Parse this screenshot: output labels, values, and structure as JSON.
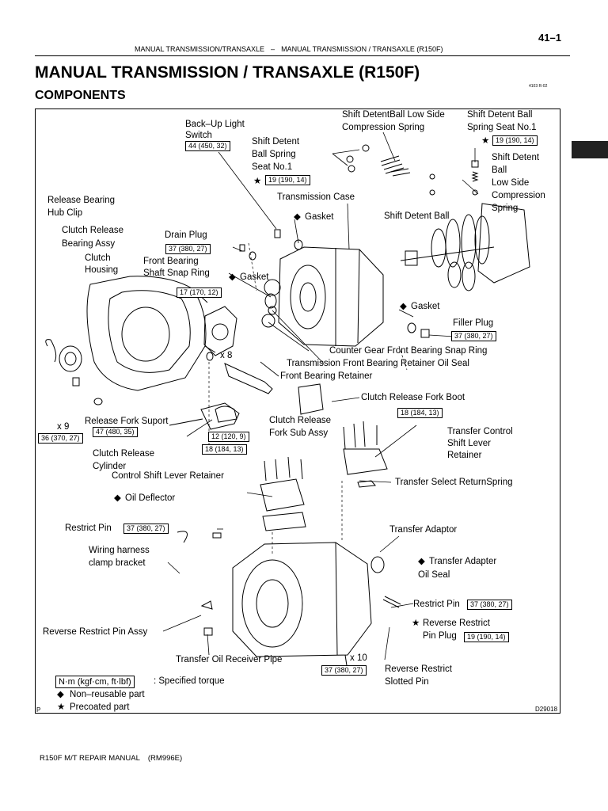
{
  "page": {
    "page_number": "41–1",
    "running_head_left": "MANUAL TRANSMISSION/TRANSAXLE",
    "running_head_sep": "–",
    "running_head_right": "MANUAL TRANSMISSION / TRANSAXLE (R150F)",
    "title": "MANUAL TRANSMISSION / TRANSAXLE (R150F)",
    "subtitle": "COMPONENTS",
    "ref_code": "4103 R-02",
    "footer_manual": "R150F M/T REPAIR MANUAL",
    "footer_code": "(RM996E)"
  },
  "diagram": {
    "drawing_code": "D29018",
    "corner_mark": "P",
    "labels": {
      "backup_switch_1": "Back–Up Light",
      "backup_switch_2": "Switch",
      "detent_seat_1": "Shift Detent",
      "detent_seat_2": "Ball Spring",
      "detent_seat_3": "Seat No.1",
      "low_spring_1": "Shift DetentBall Low Side",
      "low_spring_2": "Compression Spring",
      "seat_no1_1": "Shift Detent Ball",
      "seat_no1_2": "Spring Seat No.1",
      "ball_low_1": "Shift Detent",
      "ball_low_2": "Ball",
      "ball_low_3": "Low Side",
      "ball_low_4": "Compression",
      "ball_low_5": "Spring",
      "shift_detent_ball": "Shift Detent Ball",
      "transmission_case": "Transmission Case",
      "gasket_1": "Gasket",
      "gasket_2": "Gasket",
      "gasket_3": "Gasket",
      "hub_clip_1": "Release Bearing",
      "hub_clip_2": "Hub Clip",
      "release_bearing_1": "Clutch Release",
      "release_bearing_2": "Bearing Assy",
      "clutch_housing_1": "Clutch",
      "clutch_housing_2": "Housing",
      "drain_plug": "Drain Plug",
      "snap_ring_1": "Front Bearing",
      "snap_ring_2": "Shaft Snap Ring",
      "filler_plug": "Filler Plug",
      "counter_snap_ring": "Counter Gear Front Bearing Snap Ring",
      "retainer_oil_seal": "Transmission Front Bearing Retainer Oil Seal",
      "front_bearing_retainer": "Front Bearing Retainer",
      "fork_boot": "Clutch Release Fork Boot",
      "fork_support": "Release Fork Suport",
      "fork_sub_1": "Clutch Release",
      "fork_sub_2": "Fork Sub Assy",
      "transfer_control_1": "Transfer Control",
      "transfer_control_2": "Shift Lever",
      "transfer_control_3": "Retainer",
      "release_cylinder_1": "Clutch Release",
      "release_cylinder_2": "Cylinder",
      "control_shift_retainer": "Control Shift Lever Retainer",
      "return_spring": "Transfer Select ReturnSpring",
      "oil_deflector": "Oil Deflector",
      "restrict_pin_1": "Restrict Pin",
      "transfer_adaptor": "Transfer Adaptor",
      "harness_1": "Wiring harness",
      "harness_2": "clamp bracket",
      "adapter_seal_1": "Transfer Adapter",
      "adapter_seal_2": "Oil Seal",
      "restrict_pin_2": "Restrict Pin",
      "reverse_pin_plug_1": "Reverse Restrict",
      "reverse_pin_plug_2": "Pin Plug",
      "reverse_pin_assy": "Reverse Restrict Pin Assy",
      "oil_receiver_pipe": "Transfer Oil Receiver Pipe",
      "slotted_pin_1": "Reverse Restrict",
      "slotted_pin_2": "Slotted Pin"
    },
    "torques": {
      "backup_switch": "44 (450, 32)",
      "seat_no1": "19 (190, 14)",
      "ball_seat": "19 (190, 14)",
      "drain_plug": "37 (380, 27)",
      "retainer_bolt": "17 (170, 12)",
      "filler_plug": "37 (380, 27)",
      "fork_support": "47 (480, 35)",
      "housing_bolt": "36 (370, 27)",
      "transfer_lever_bolt": "18 (184, 13)",
      "cylinder_bolt": "12 (120, 9)",
      "control_lever_bolt": "18 (184, 13)",
      "restrict_pin_1": "37 (380, 27)",
      "restrict_pin_2": "37 (380, 27)",
      "reverse_plug": "19 (190, 14)",
      "adaptor_bolt": "37 (380, 27)"
    },
    "counts": {
      "x8": "x 8",
      "x9": "x 9",
      "x10": "x 10"
    },
    "legend": {
      "torque_unit": "N·m (kgf·cm, ft·lbf)",
      "torque_desc": ": Specified torque",
      "non_reusable": "Non–reusable part",
      "precoated": "Precoated part",
      "diamond_symbol": "◆",
      "star_symbol": "★"
    }
  },
  "colors": {
    "ink": "#000000",
    "tab": "#222222",
    "paper": "#ffffff"
  }
}
